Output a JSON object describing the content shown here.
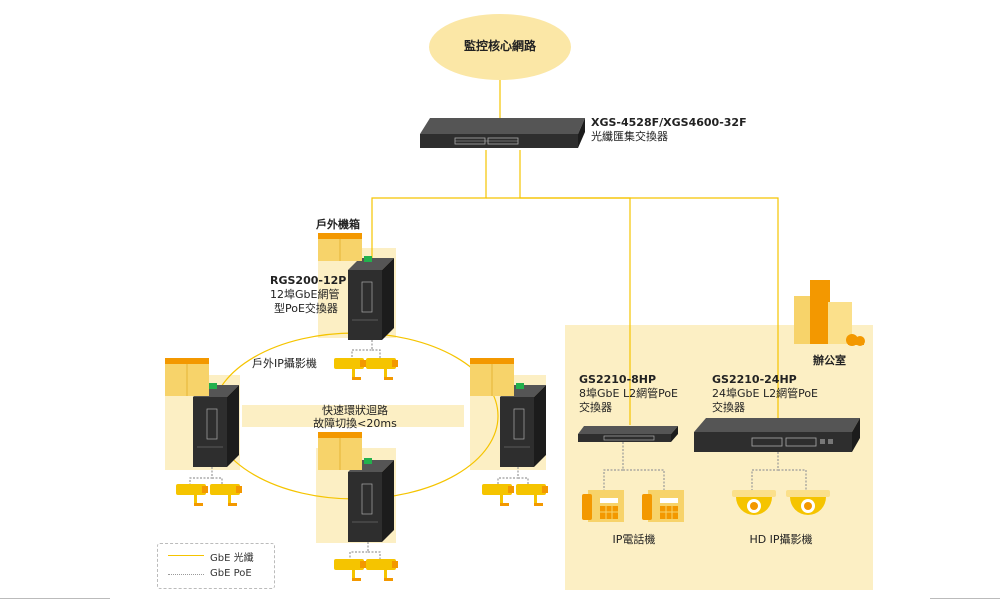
{
  "core": {
    "label": "監控核心網路"
  },
  "aggregation": {
    "model": "XGS-4528F/XGS4600-32F",
    "desc": "光纖匯集交換器"
  },
  "outdoor": {
    "cabinet_label": "戶外機箱",
    "switch_model": "RGS200-12P",
    "switch_desc_1": "12埠GbE網管",
    "switch_desc_2": "型PoE交換器",
    "camera_label": "戶外IP攝影機",
    "ring_1": "快速環狀迴路",
    "ring_2": "故障切換<20ms"
  },
  "office": {
    "label": "辦公室",
    "switch_small_model": "GS2210-8HP",
    "switch_small_desc_1": "8埠GbE L2網管PoE",
    "switch_small_desc_2": "交換器",
    "switch_large_model": "GS2210-24HP",
    "switch_large_desc_1": "24埠GbE L2網管PoE",
    "switch_large_desc_2": "交換器",
    "phone_label": "IP電話機",
    "hd_camera_label": "HD IP攝影機"
  },
  "legend": {
    "fiber": "GbE 光纖",
    "poe": "GbE PoE"
  },
  "colors": {
    "fiber": "#f5c400",
    "poe": "#9a9a9a",
    "area_fill": "#fcefc4",
    "core_fill": "#fbe7a6",
    "accent_orange": "#f39800",
    "device_dark": "#2e2e2e",
    "led_green": "#23b14d"
  }
}
